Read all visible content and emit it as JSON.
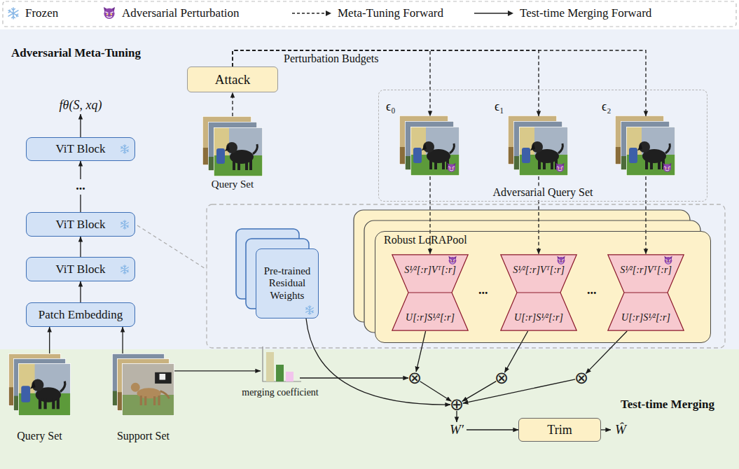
{
  "diagram": {
    "nodes": [
      {
        "text": [
          "fθ(S, xq)"
        ]
      },
      {
        "text": [
          "ViT Block"
        ]
      },
      {
        "text": [
          "ViT Block"
        ]
      },
      {
        "text": [
          "ViT Block"
        ]
      },
      {
        "text": [
          "Patch Embedding"
        ]
      },
      {
        "text": [
          "Attack"
        ]
      },
      {
        "text": [
          "Query Set"
        ]
      },
      {
        "text": [
          "Adversarial Query Set"
        ]
      },
      {
        "text": [
          "ϵ₀"
        ],
        "in": 7
      },
      {
        "text": [
          "ϵ₁"
        ],
        "in": 7
      },
      {
        "text": [
          "ϵ₂"
        ],
        "in": 7
      },
      {
        "text": [
          "Pre-trained Residual Weights"
        ]
      },
      {
        "text": [
          "Robust LoRAPool"
        ]
      },
      {
        "text": [
          "S¹⁄²[:r]Vᵀ[:r]"
        ],
        "in": 12
      },
      {
        "text": [
          "U[:r]S¹⁄²[:r]"
        ],
        "in": 12
      },
      {
        "text": [
          "S¹⁄²[:r]Vᵀ[:r]"
        ],
        "in": 12
      },
      {
        "text": [
          "U[:r]S¹⁄²[:r]"
        ],
        "in": 12
      },
      {
        "text": [
          "S¹⁄²[:r]Vᵀ[:r]"
        ],
        "in": 12
      },
      {
        "text": [
          "U[:r]S¹⁄²[:r]"
        ],
        "in": 12
      },
      {
        "text": [
          "Query Set"
        ]
      },
      {
        "text": [
          "Support Set"
        ]
      },
      {
        "text": [
          "merging coefficient"
        ]
      },
      {
        "text": [
          "⊗"
        ]
      },
      {
        "text": [
          "⊗"
        ]
      },
      {
        "text": [
          "⊗"
        ]
      },
      {
        "text": [
          "⊕"
        ]
      },
      {
        "text": [
          "W′"
        ]
      },
      {
        "text": [
          "Trim"
        ]
      },
      {
        "text": [
          "Ŵ"
        ]
      }
    ],
    "edges": [
      {
        "from": 4,
        "to": 3,
        "arrow": "to"
      },
      {
        "from": 3,
        "to": 2,
        "arrow": "to"
      },
      {
        "from": 2,
        "to": 1,
        "label": "...",
        "arrow": "to"
      },
      {
        "from": 1,
        "to": 0,
        "arrow": "to"
      },
      {
        "from": 19,
        "to": 4,
        "arrow": "to"
      },
      {
        "from": 20,
        "to": 4,
        "arrow": "to"
      },
      {
        "from": 6,
        "to": 5,
        "arrow": "to"
      },
      {
        "from": 5,
        "to": 8,
        "arrow": "to"
      },
      {
        "from": 5,
        "to": 9,
        "arrow": "to"
      },
      {
        "from": 5,
        "to": 10,
        "arrow": "to"
      },
      {
        "from": 8,
        "to": 13,
        "arrow": "to"
      },
      {
        "from": 9,
        "to": 15,
        "arrow": "to"
      },
      {
        "from": 10,
        "to": 17,
        "arrow": "to"
      },
      {
        "from": 14,
        "to": 22,
        "arrow": "to"
      },
      {
        "from": 16,
        "to": 23,
        "arrow": "to"
      },
      {
        "from": 18,
        "to": 24,
        "arrow": "to"
      },
      {
        "from": 21,
        "to": 22,
        "arrow": "to"
      },
      {
        "from": 20,
        "to": 21,
        "arrow": "to"
      },
      {
        "from": 11,
        "to": 25,
        "arrow": "to"
      },
      {
        "from": 22,
        "to": 25,
        "arrow": "to"
      },
      {
        "from": 23,
        "to": 25,
        "arrow": "to"
      },
      {
        "from": 24,
        "to": 25,
        "arrow": "to"
      },
      {
        "from": 25,
        "to": 26,
        "arrow": "to"
      },
      {
        "from": 26,
        "to": 27,
        "arrow": "to"
      },
      {
        "from": 27,
        "to": 28,
        "arrow": "to"
      }
    ],
    "labels": [
      "Adversarial Meta-Tuning",
      "Perturbation Budgets",
      "...",
      "...",
      "Test-time Merging"
    ],
    "legend": [
      {
        "text": "Frozen"
      },
      {
        "text": "Adversarial Perturbation"
      },
      {
        "text": "Meta-Tuning Forward"
      },
      {
        "text": "Test-time Merging Forward"
      }
    ]
  }
}
